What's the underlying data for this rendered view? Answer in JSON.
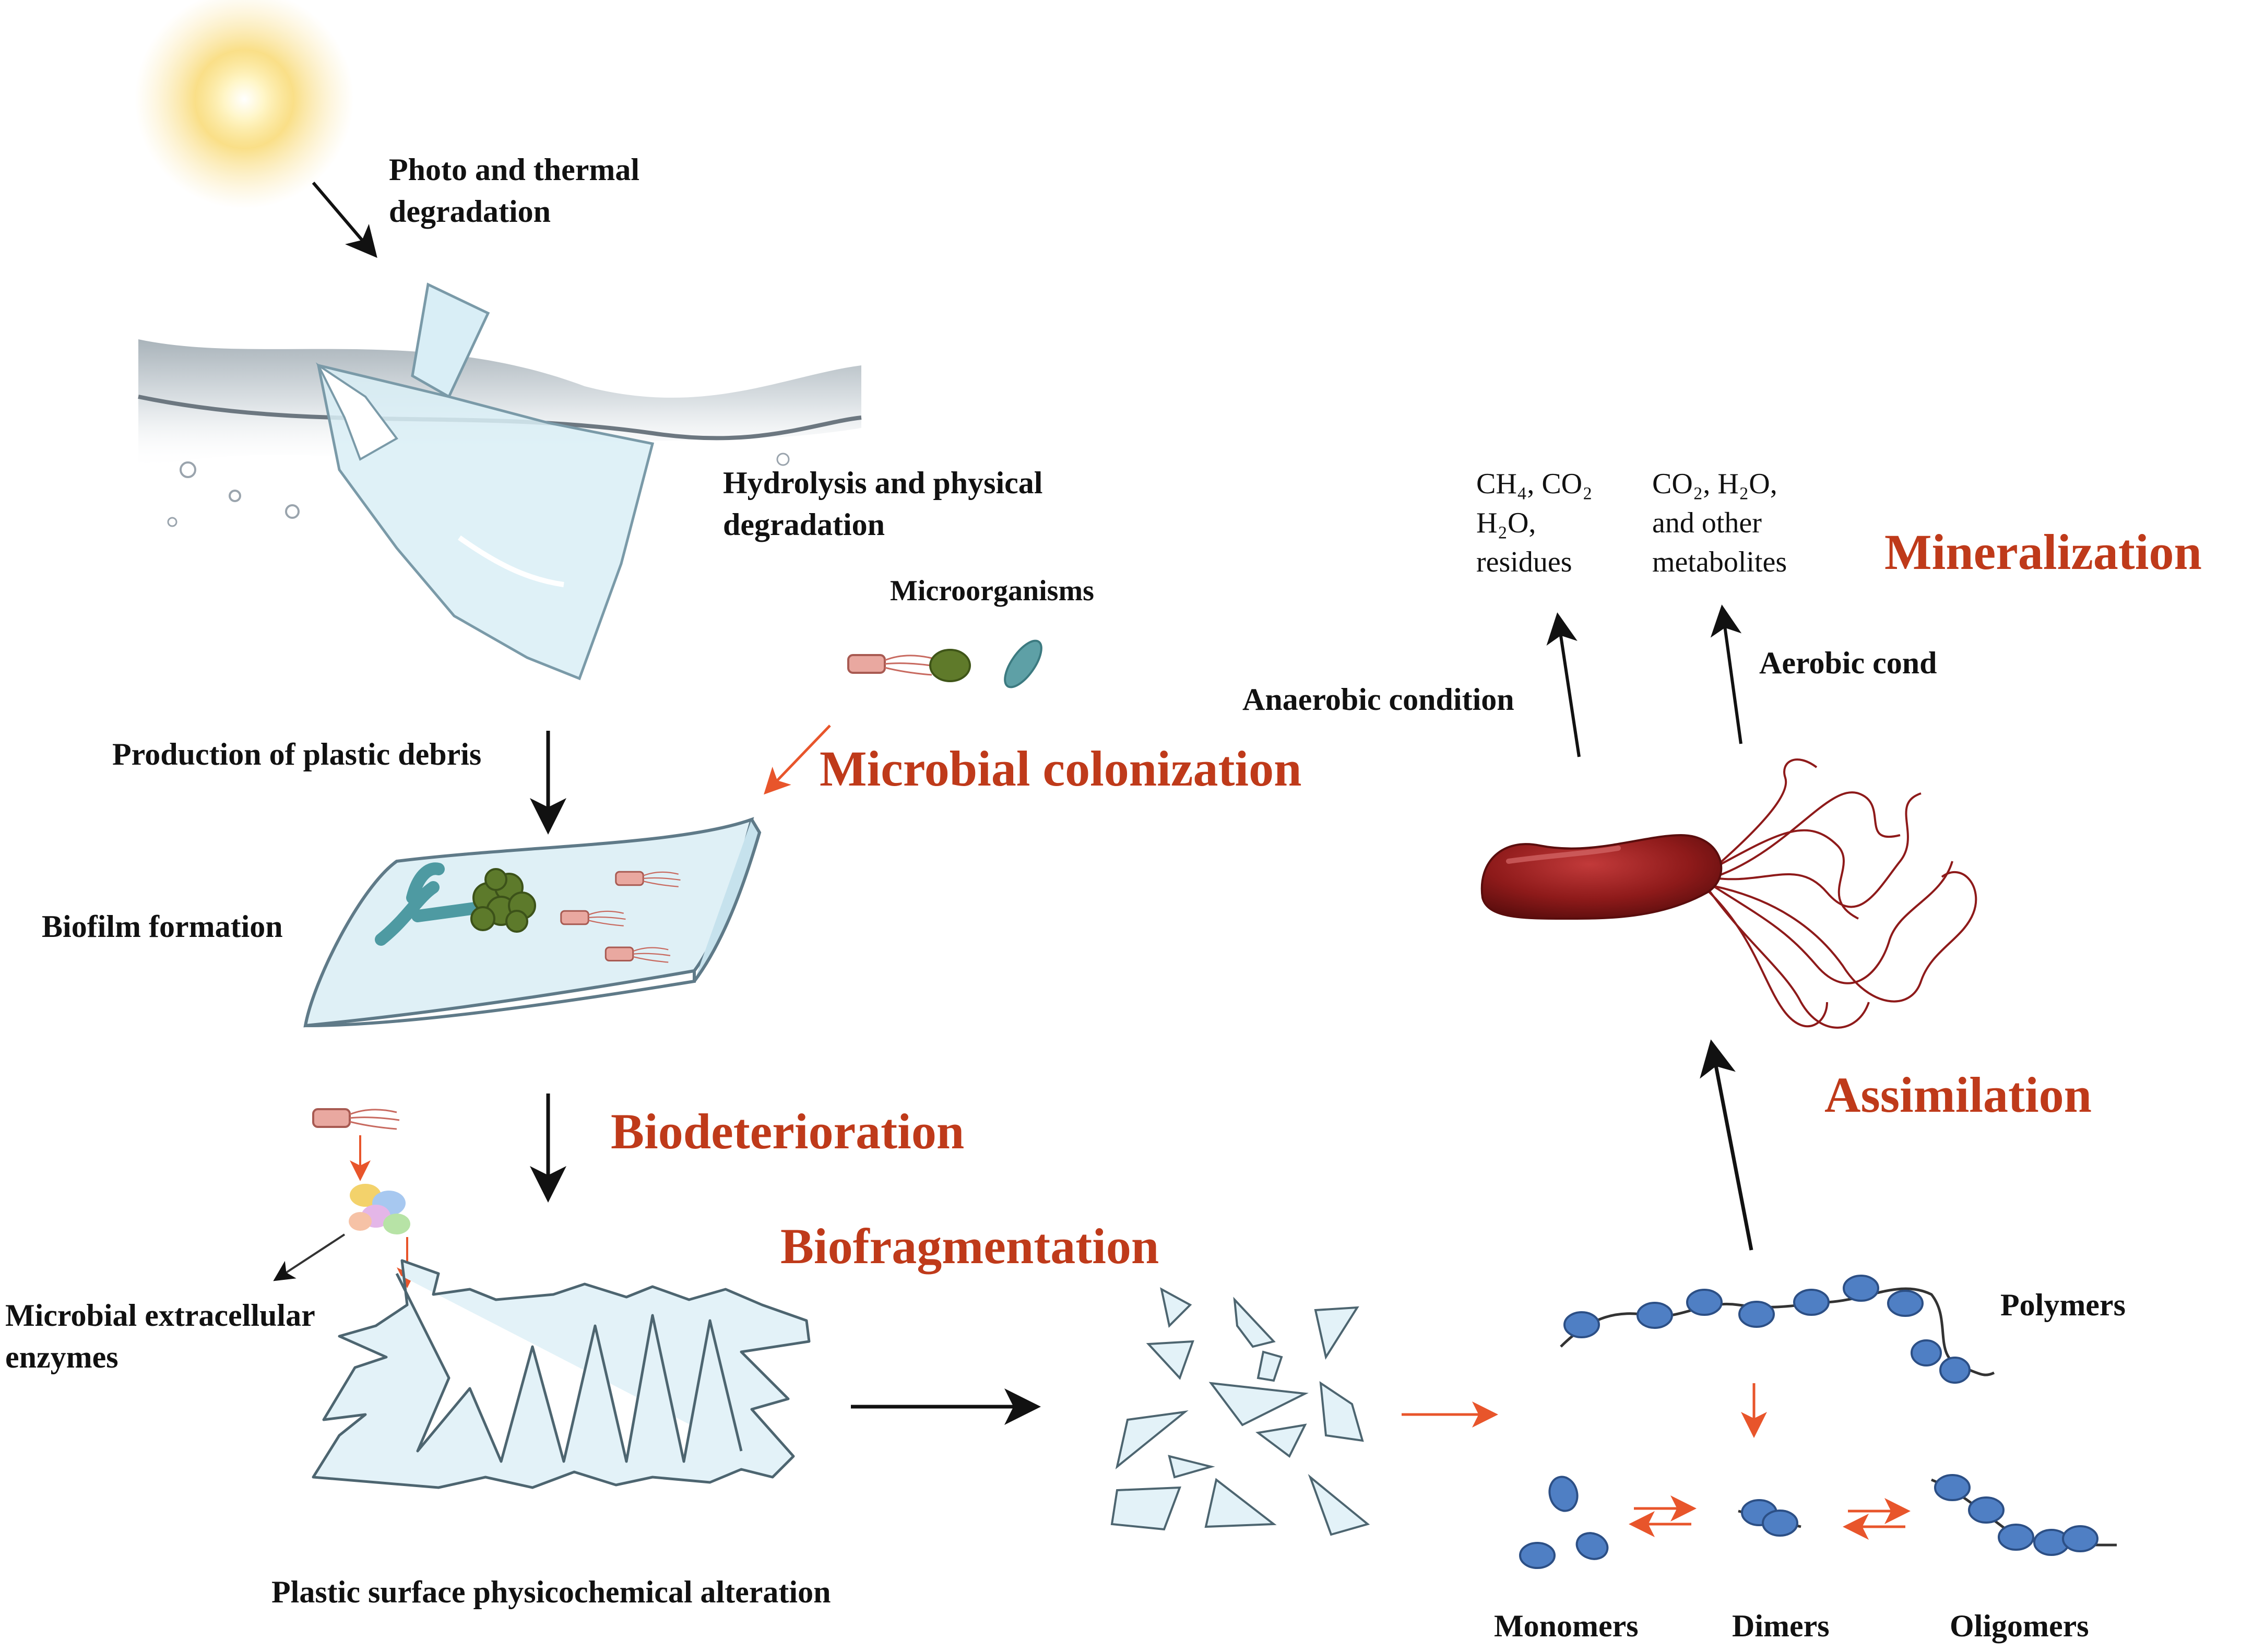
{
  "labels": {
    "photo_line1": "Photo and thermal",
    "photo_line2": "degradation",
    "hydrolysis_line1": "Hydrolysis and physical",
    "hydrolysis_line2": "degradation",
    "microorganisms": "Microorganisms",
    "production": "Production of plastic debris",
    "biofilm": "Biofilm formation",
    "enzymes_line1": "Microbial extracellular",
    "enzymes_line2": "enzymes",
    "surface_alteration": "Plastic surface physicochemical alteration",
    "anaerobic": "Anaerobic condition",
    "aerobic": "Aerobic cond",
    "anaerobic_products": [
      "CH₄, CO₂",
      "H₂O,",
      "residues"
    ],
    "aerobic_products": [
      "CO₂, H₂O,",
      "and other",
      "metabolites"
    ],
    "polymers": "Polymers",
    "monomers": "Monomers",
    "dimers": "Dimers",
    "oligomers": "Oligomers"
  },
  "stages": {
    "colonization": "Microbial colonization",
    "biodeterioration": "Biodeterioration",
    "biofragmentation": "Biofragmentation",
    "assimilation": "Assimilation",
    "mineralization": "Mineralization"
  },
  "colors": {
    "stage_text": "#bf3a1a",
    "plastic": "#e6f3f8",
    "monomer_blue": "#4f7fc4",
    "bacterium": "#8e1a1a",
    "orange_arrow": "#e8552b"
  }
}
